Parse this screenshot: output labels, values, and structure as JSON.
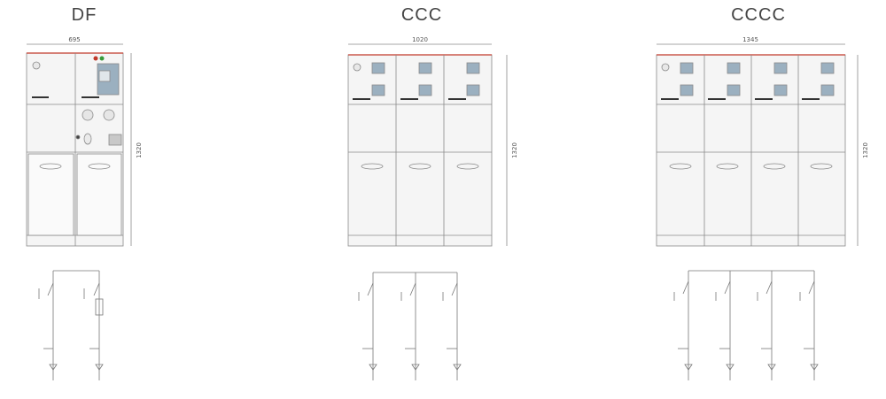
{
  "panels": [
    {
      "title": "DF",
      "width_label": "695",
      "height_label": "1320"
    },
    {
      "title": "CCC",
      "width_label": "1020",
      "height_label": "1320"
    },
    {
      "title": "CCCC",
      "width_label": "1345",
      "height_label": "1320"
    }
  ],
  "colors": {
    "line": "#8a8a8a",
    "panel": "#f3f3f3",
    "accent_red": "#c0392b",
    "accent_green": "#3a9a3a",
    "device": "#9bb0c0"
  }
}
